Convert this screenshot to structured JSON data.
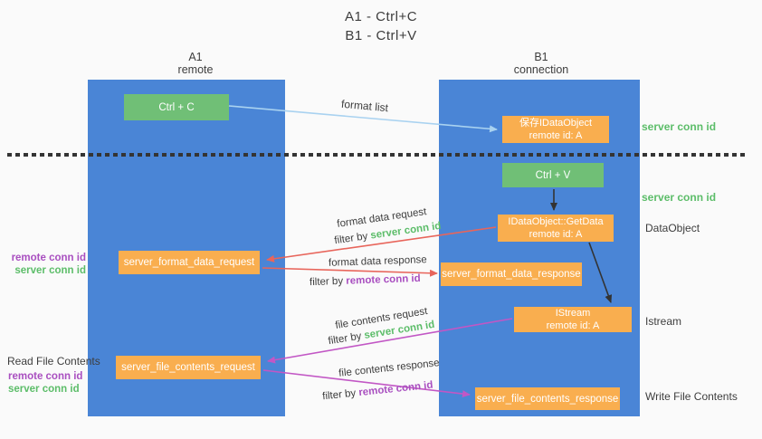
{
  "title": {
    "line1": "A1 - Ctrl+C",
    "line2": "B1 - Ctrl+V"
  },
  "lifelines": {
    "a1": {
      "name": "A1",
      "subtitle": "remote"
    },
    "b1": {
      "name": "B1",
      "subtitle": "connection"
    }
  },
  "nodes": {
    "ctrl_c": {
      "label": "Ctrl + C"
    },
    "ctrl_v": {
      "label": "Ctrl + V"
    },
    "save_idataobject": {
      "line1": "保存IDataObject",
      "line2": "remote id: A"
    },
    "getdata": {
      "line1": "IDataObject::GetData",
      "line2": "remote id: A"
    },
    "istream": {
      "line1": "IStream",
      "line2": "remote id: A"
    },
    "format_request": {
      "label": "server_format_data_request"
    },
    "format_response": {
      "label": "server_format_data_response"
    },
    "file_request": {
      "label": "server_file_contents_request"
    },
    "file_response": {
      "label": "server_file_contents_response"
    }
  },
  "arrows": {
    "format_list": {
      "label": "format list"
    },
    "format_data_request": {
      "label": "format data request",
      "filter_prefix": "filter by",
      "filter_key": "server conn id"
    },
    "format_data_response": {
      "label": "format data response",
      "filter_prefix": "filter by",
      "filter_key": "remote conn id"
    },
    "file_contents_request": {
      "label": "file contents request",
      "filter_prefix": "filter by",
      "filter_key": "server conn id"
    },
    "file_contents_response": {
      "label": "file contents response",
      "filter_prefix": "filter by",
      "filter_key": "remote conn id"
    }
  },
  "side_labels": {
    "server_conn_id_top": "server conn id",
    "server_conn_id_mid": "server conn id",
    "dataobject": "DataObject",
    "istream": "Istream",
    "write_file_contents": "Write File Contents",
    "read_file_contents": "Read File Contents",
    "left_group1": {
      "remote": "remote conn id",
      "server": "server conn id"
    },
    "left_group2": {
      "remote": "remote conn id",
      "server": "server conn id"
    }
  },
  "colors": {
    "lifeline_blue": "#4A85D6",
    "box_green": "#70BF76",
    "box_orange": "#F9AE4F",
    "arrow_lightblue": "#A9D2F0",
    "arrow_red": "#E8655B",
    "arrow_magenta": "#C257C5",
    "arrow_black": "#333333",
    "text_green": "#5CBD69",
    "text_purple": "#A94FC0",
    "text_dark": "#3D3D3D"
  }
}
